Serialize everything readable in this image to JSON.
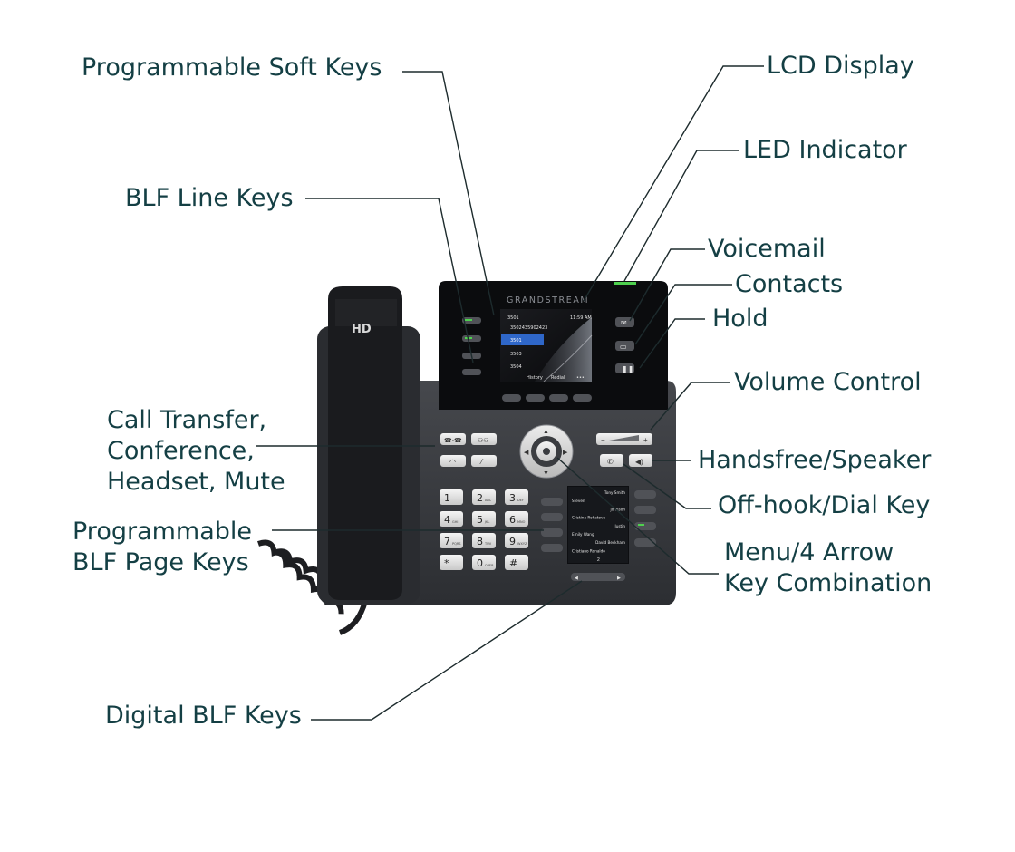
{
  "callouts": {
    "programmable_soft_keys": "Programmable Soft Keys",
    "lcd_display": "LCD Display",
    "led_indicator": "LED Indicator",
    "blf_line_keys": "BLF Line Keys",
    "voicemail": "Voicemail",
    "contacts": "Contacts",
    "hold": "Hold",
    "volume_control": "Volume Control",
    "call_transfer": {
      "line1": "Call Transfer,",
      "line2": "Conference,",
      "line3": "Headset, Mute"
    },
    "handsfree_speaker": "Handsfree/Speaker",
    "offhook_dial_key": "Off-hook/Dial Key",
    "programmable_blf_page_keys": {
      "line1": "Programmable",
      "line2": "BLF Page Keys"
    },
    "menu_arrow_keys": {
      "line1": "Menu/4 Arrow",
      "line2": "Key Combination"
    },
    "digital_blf_keys": "Digital BLF Keys"
  },
  "phone": {
    "handset_label": "HD",
    "brand": "GRANDSTREAM",
    "screen": {
      "ext": "3501",
      "time": "11:59 AM",
      "lines": [
        "3502435902423",
        "3501",
        "3503",
        "3504"
      ],
      "softkeys": [
        "History",
        "Redial",
        "•••"
      ]
    },
    "keypad": [
      {
        "digit": "1",
        "sub": ""
      },
      {
        "digit": "2",
        "sub": "ABC"
      },
      {
        "digit": "3",
        "sub": "DEF"
      },
      {
        "digit": "4",
        "sub": "GHI"
      },
      {
        "digit": "5",
        "sub": "JKL"
      },
      {
        "digit": "6",
        "sub": "MNO"
      },
      {
        "digit": "7",
        "sub": "PQRS"
      },
      {
        "digit": "8",
        "sub": "TUV"
      },
      {
        "digit": "9",
        "sub": "WXYZ"
      },
      {
        "digit": "*",
        "sub": ""
      },
      {
        "digit": "0",
        "sub": "OPER"
      },
      {
        "digit": "#",
        "sub": ""
      }
    ],
    "blf_screen": [
      {
        "name": "Tony Smith",
        "side": "right"
      },
      {
        "name": "Steven",
        "side": "left"
      },
      {
        "name": "Johnson",
        "side": "right"
      },
      {
        "name": "Cristina Rohatova",
        "side": "left"
      },
      {
        "name": "Justin",
        "side": "right"
      },
      {
        "name": "Emily Wang",
        "side": "left"
      },
      {
        "name": "David Beckham",
        "side": "right"
      },
      {
        "name": "Cristiano Ronaldo",
        "side": "left"
      }
    ],
    "blf_page": "2",
    "volume_minus": "−",
    "volume_plus": "+"
  },
  "colors": {
    "label": "#143f44",
    "leader": "#1d2b2d",
    "body": "#3a3c40",
    "screen_bg": "#0e0f12",
    "highlight": "#2f67c9",
    "led_green": "#4fd14f"
  }
}
